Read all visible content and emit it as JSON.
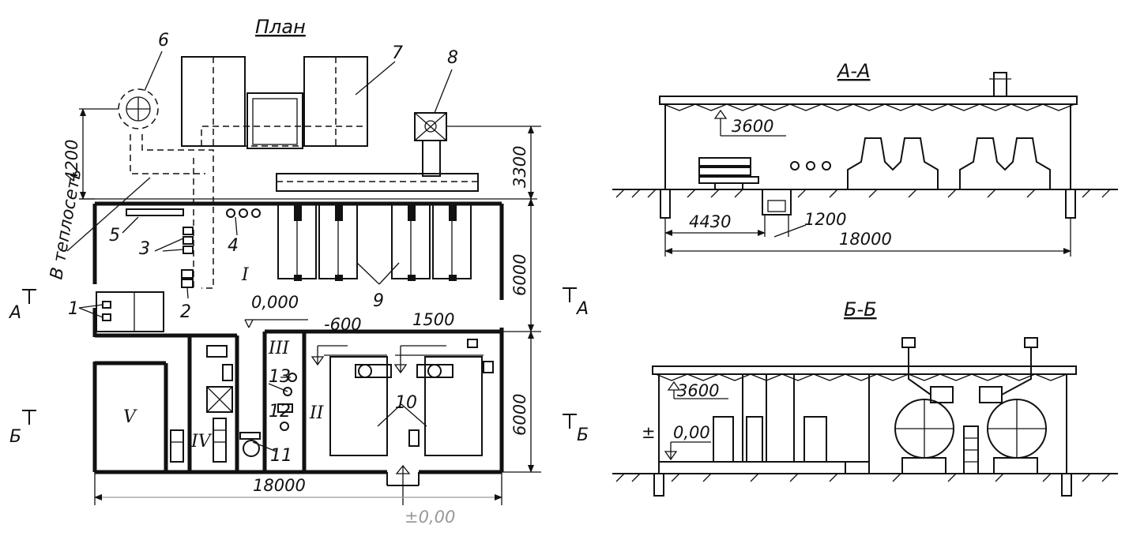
{
  "plan": {
    "title": "План",
    "heat_label": "В теплосеть",
    "dim_left_4200": "4200",
    "dim_right_3300": "3300",
    "dim_right_6000_top": "6000",
    "dim_right_6000_bottom": "6000",
    "dim_bottom_18000": "18000",
    "level_ground": "±0,00",
    "level_0000": "0,000",
    "level_minus600": "-600",
    "level_1500": "1500",
    "section_a": "А",
    "section_b": "Б",
    "rooms": [
      "I",
      "II",
      "III",
      "IV",
      "V"
    ],
    "callouts": [
      "1",
      "2",
      "3",
      "4",
      "5",
      "6",
      "7",
      "8",
      "9",
      "10",
      "11",
      "12",
      "13"
    ]
  },
  "section_aa": {
    "title": "А-А",
    "level": "3600",
    "dim_4430": "4430",
    "dim_1200": "1200",
    "dim_18000": "18000"
  },
  "section_bb": {
    "title": "Б-Б",
    "level": "3600",
    "level_zero": "0,00",
    "pm": "±"
  }
}
